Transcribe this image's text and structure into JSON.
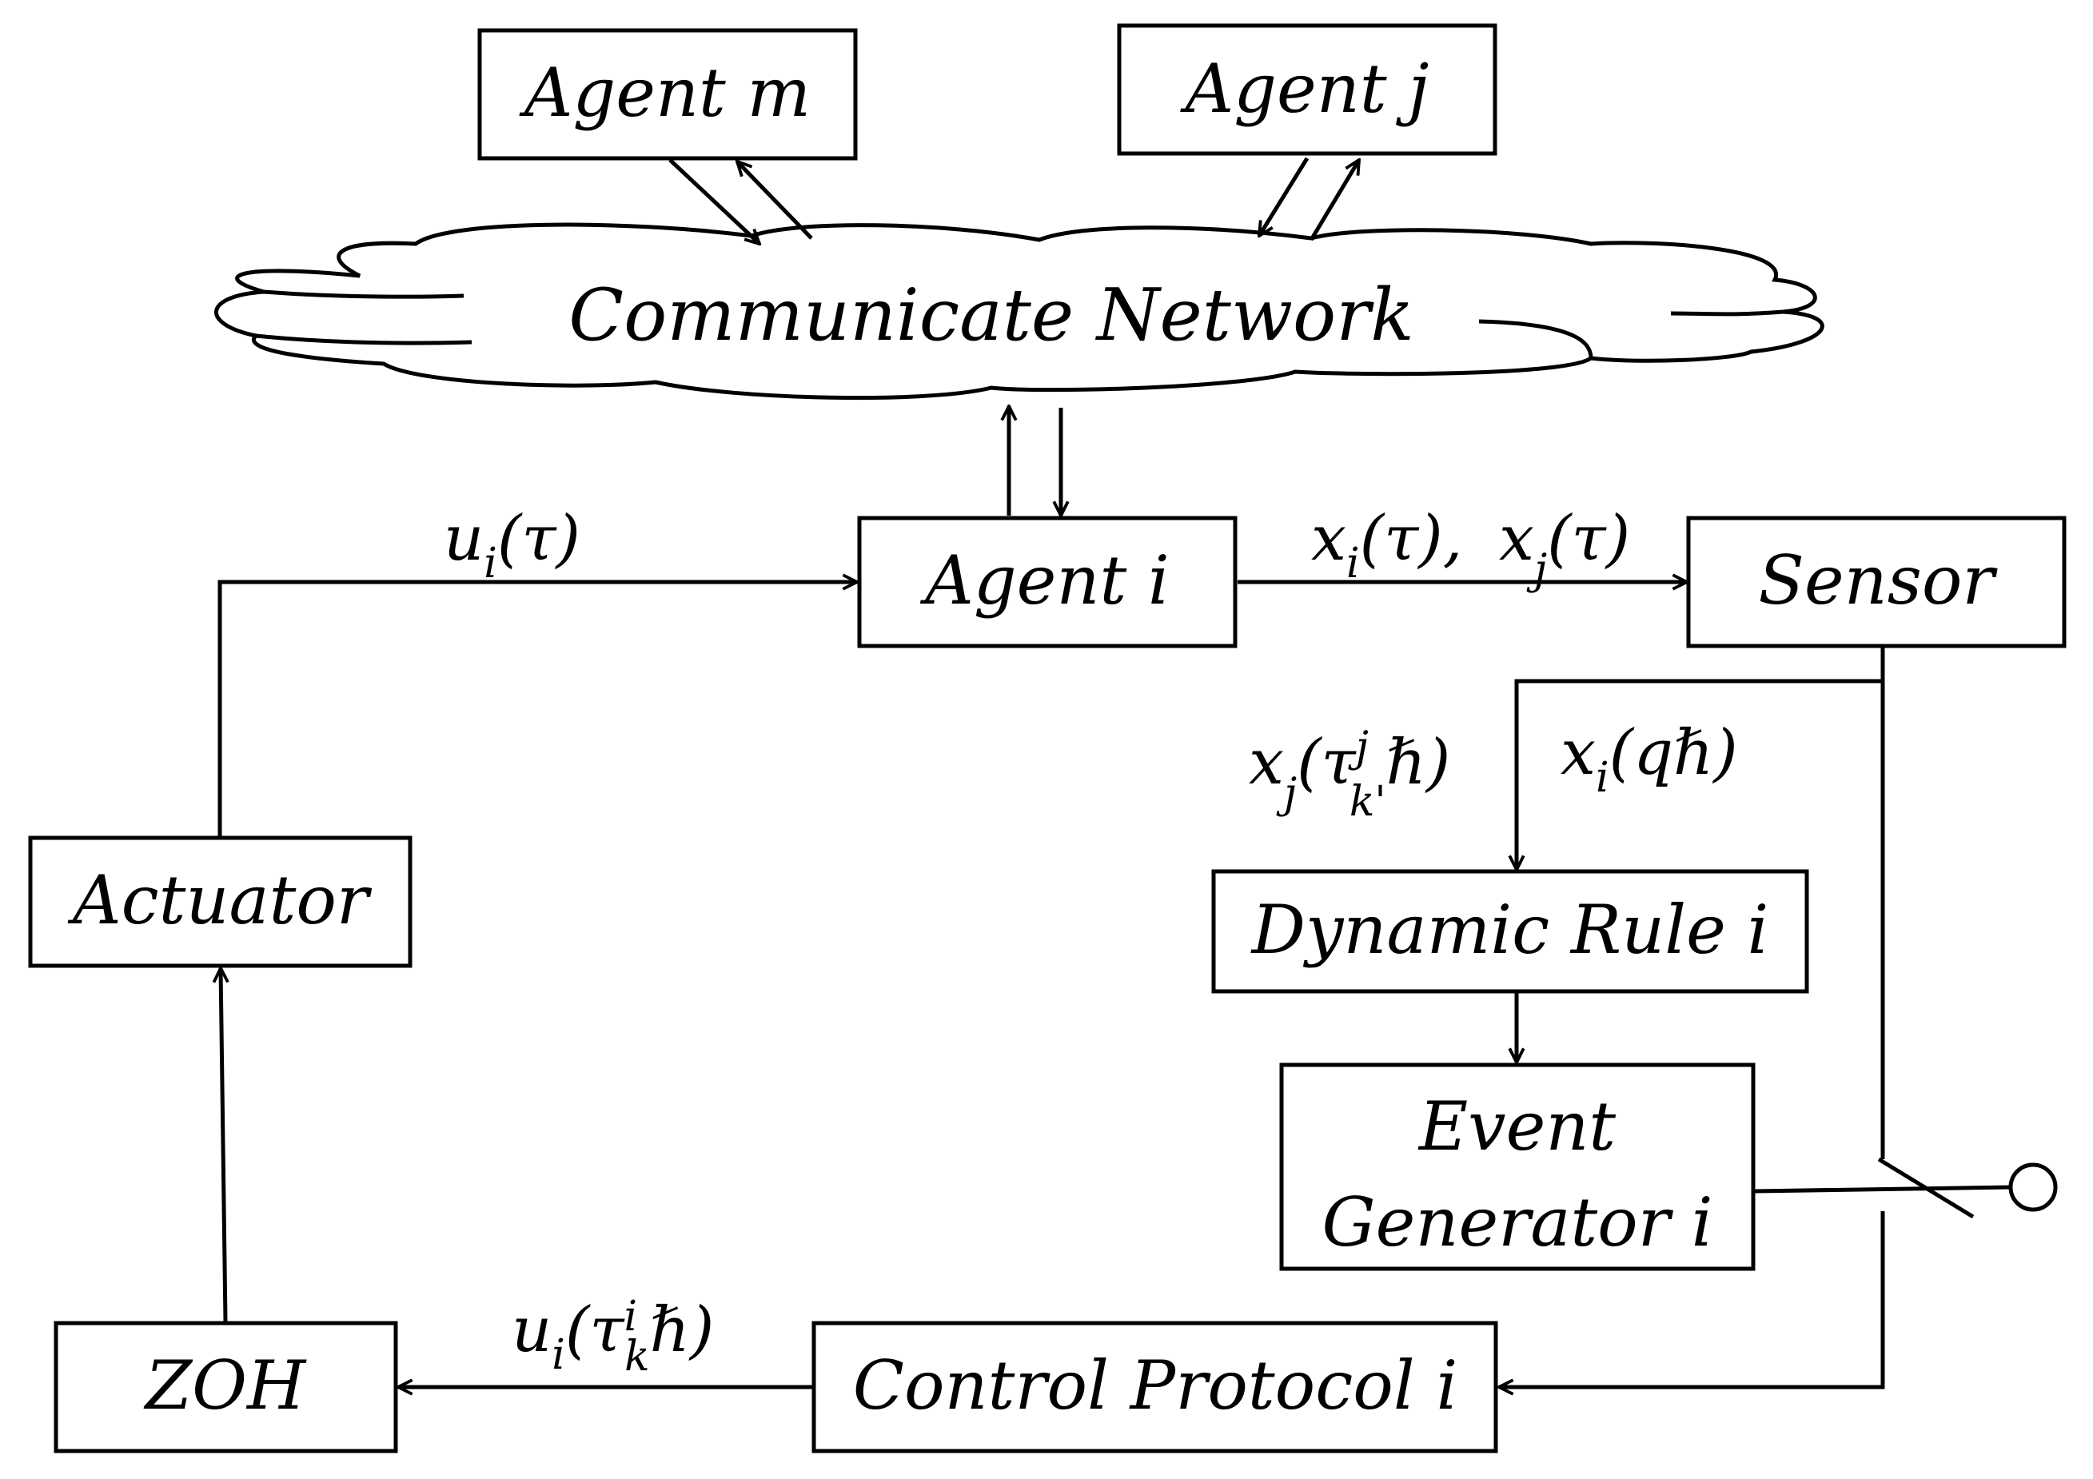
{
  "blocks": {
    "agent_m": "Agent m",
    "agent_j": "Agent j",
    "network": "Communicate Network",
    "agent_i": "Agent i",
    "sensor": "Sensor",
    "actuator": "Actuator",
    "dynamic_rule": "Dynamic Rule i",
    "event_generator_line1": "Event",
    "event_generator_line2": "Generator  i",
    "zoh": "ZOH",
    "control_protocol": "Control Protocol  i"
  },
  "signals": {
    "control_input": {
      "base": "u",
      "sub": "i",
      "rest": "(τ)"
    },
    "states_xi": {
      "base": "x",
      "sub": "i",
      "rest": "(τ),"
    },
    "states_xj": {
      "base": "x",
      "sub": "j",
      "rest": "(τ)"
    },
    "neighbor_state": {
      "base": "x",
      "sub": "j",
      "open": "(τ",
      "sup": "j",
      "sub2": "k'",
      "close": "ℏ)"
    },
    "sampled_state": {
      "base": "x",
      "sub": "i",
      "rest": "(qℏ)"
    },
    "held_input": {
      "base": "u",
      "sub": "i",
      "open": "(τ",
      "sup": "i",
      "sub2": "k",
      "close": "ℏ)"
    }
  }
}
